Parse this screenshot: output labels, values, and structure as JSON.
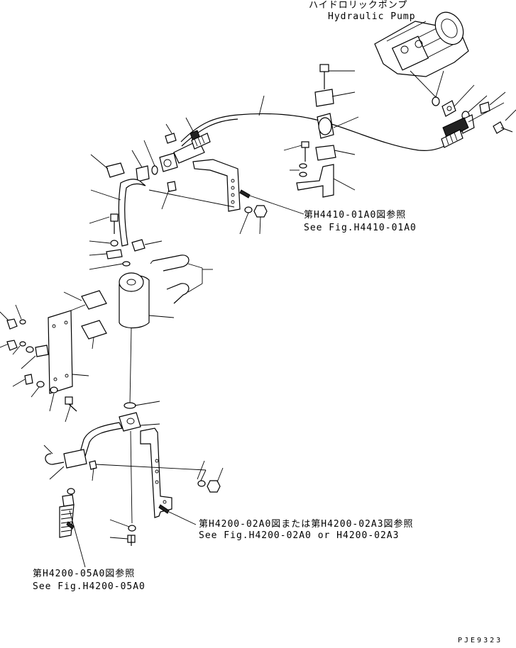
{
  "labels": {
    "pump_jp": "ハイドロリックポンプ",
    "pump_en": "Hydraulic Pump",
    "ref1_jp": "第H4410-01A0図参照",
    "ref1_en": "See Fig.H4410-01A0",
    "ref2_jp": "第H4200-02A0図または第H4200-02A3図参照",
    "ref2_en": "See Fig.H4200-02A0 or H4200-02A3",
    "ref3_jp": "第H4200-05A0図参照",
    "ref3_en": "See Fig.H4200-05A0",
    "drawing_code": "PJE9323"
  },
  "colors": {
    "line": "#000000",
    "background": "#ffffff"
  }
}
